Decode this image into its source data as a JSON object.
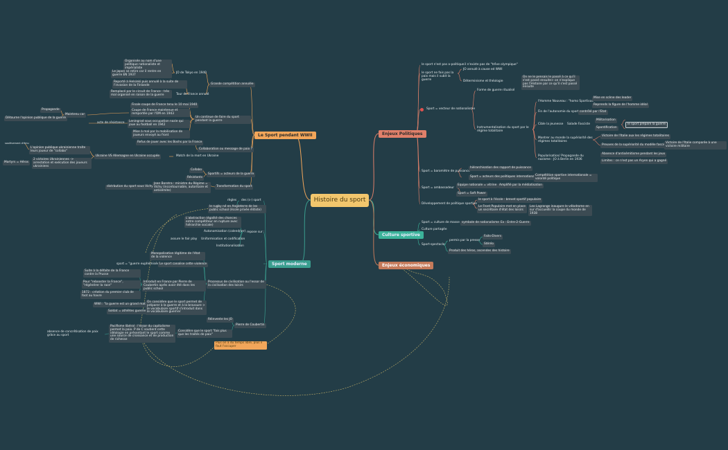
{
  "root": "Histoire du sport",
  "branches": {
    "wwii": {
      "label": "Le Sport pendant WWII",
      "color": "#f2a65a"
    },
    "politique": {
      "label": "Enjeux Politiques",
      "color": "#e0806a"
    },
    "culture": {
      "label": "Culture sportive",
      "color": "#3bb39a"
    },
    "economique": {
      "label": "Enjeux économiques",
      "color": "#c47a5a"
    },
    "moderne": {
      "label": "Sport moderne",
      "color": "#3a9e8f"
    }
  },
  "nodes": {
    "w1": "Organisée au nom d'une politique nationaliste et impérialiste",
    "w2": "Le japon se retire car il rentre en guerre EN 1937",
    "w3": "Reporté à Helsinki puis annulé à la suite de l'invasion de la Finlande",
    "w4": "Remplacé par le circuit de France : très mal organisé en raison de la guerre",
    "w5": "JO de Tokyo en 1940",
    "w6": "Tour de France annulé",
    "w7": "Grande compétition annulée",
    "w8": "Finale coupe de France tenu le 10 mai 1940",
    "w9": "Coupe de France maintenue et remportée par l'OM en 1943",
    "w10": "Leningrad sous occupation nazie qui joue au football en 1942",
    "w11": "Mise à mal par la mobilisation de joueurs envoyé au front",
    "w12": "Un continue de faire du sport pendant la guerre",
    "w13": "acte de résistance",
    "w14": "Propagande",
    "w15": "Maintenu car",
    "w16": "Détourne l'opinion publique de la guerre",
    "w17": "Refus de jouer avec les Boshs par la France",
    "w18": "Collaboration ou message de paix ?",
    "w19": "Ukraine VS Allemagne en Ukraine occupée",
    "w20": "Match de la mort en Ukraine",
    "w21": "soulèvement d'ému",
    "w22": "L'opinion publique ukrainienne traîte leurs joueur de \"collabo\"",
    "w23": "2 victoires Ukrainiennes -> arrestation et exécution des joueurs ukrainiens",
    "w24": "Martyrs = Héros",
    "w25": "Collabo",
    "w26": "Résistants",
    "w27": "Sportifs = acteurs de la guerre",
    "w28": "distrbution du sport sous Vichy",
    "w29": "Jean Borotra : ministre du Régime = Vichy (incontournable, autoritaire et antisémite)",
    "w30": "Transformation du sport",
    "p1": "le sport n'est pas a-politique",
    "p2": "il n'existe pas de \"trêve olympique\"",
    "p3": "le sport ne fais pas la paix mais il subit la guerre",
    "p4": "JO annulé à cause ed WWI",
    "p5": "Déterminisme et théologie",
    "p6": "On ne le pensais le passé à ce qu'il s'est passé ensuite> on n'explique pas l'Histoire par ce qu'il s'est passé ensuite",
    "p7": "Sport = vecteur de nationalisme",
    "p8": "Forme de guerre ritualisé",
    "p9": "Instrumentalisation du sport par le régime totalitaire",
    "p10": "l'Homme Nouveau : \"homo Sportivus\"",
    "p11": "Mise en scène des leader",
    "p12": "Reprends la figure de l'homme idéal",
    "p13": "Fin de l'autonomie du sport",
    "p14": "contrôlé par l'Etat",
    "p15": "Cible la jeunesse",
    "p16": "Salade Fasciste",
    "p17": "Militarisation",
    "p18": "Spontification",
    "p19": "le sport prépare la guerre",
    "p20": "Montrer au monde la supériorité des régimes totalitaires",
    "p21": "Victoire de l'Italie aux les régimes totalitaires",
    "p22": "Preuves de la supériorité du modèle fasciste",
    "p23": "Victoire de l'Italie comparée à une victoire militaire",
    "p24": "Popularisation/ Propagande du nazisme : JO à Berlin en 1936",
    "p25": "Absence d'antisémitisme pendant les jeux",
    "p26": "Limites : ce n'est pas un Aryen qui a gagné",
    "p27": "Sport = baromètre de puissance",
    "p28": "hiérarchisation des rapport de puissance",
    "p29": "Sport = acteurs des politiques internationales",
    "p30": "Compétition sportive internationale = volonté politique",
    "p31": "Sport = ambassadeur",
    "p32": "Equipe nationale = vitrine",
    "p33": "Amplifié par la médiatisation",
    "p34": "Sport = Soft Power",
    "p35": "Développement de politique sportive",
    "p36": "le sport à l'école : brevet sportif populaire",
    "p37": "Le Front Populaire met en place un secrétaire d'état des loisirs",
    "p38": "Leo Lagrange inaugure le vélodrome en sur d'accueillir la coupe du monde de 1938",
    "c1": "Sport = culture de masse",
    "c2": "symbole de nationalisme",
    "c3": "Ex : Entre-2-Guerre",
    "c4": "Culture partagée",
    "c5": "Sport-spectacle",
    "c6": "permis par la presse",
    "c7": "Faits-Divers",
    "c8": "Stéréo",
    "c9": "Produit des héros, ascendes des histoire",
    "m1": "règles",
    "m2": "des (s-) sport",
    "m3": "le rugby né en Angleterre de les public school (école privée élitiste)",
    "m4": "L'abstraction (égalité des chances entre compétiteur en rupture avec hiérarchie sociale)",
    "m5": "Autonomisation (calendrier)",
    "m6": "repose sur :",
    "m7": "assure le fair play",
    "m8": "Uniformisation et codification",
    "m9": "Institutionalisation",
    "m10": "Monopolisation légitime de l'état de la violence",
    "m11": "sport = \"guerre euphémisée\"",
    "m12": "Le sport canalise cette violence",
    "m13": "Suite à la défaite de la France contre la Prusse",
    "m14": "Pour \"rebooster la France\", \"régénérer la race\"",
    "m15": "1872 : création du premier club de foot au havre",
    "m16": "Introduit en France par Pierre de Coubertin après avoir été dans les public school",
    "m17": "Processus de civilisation ou l'essor de la civilisation des loisirs",
    "m18": "WWI : \"la guerre est un grand match\"",
    "m19": "Soldat = athlètes guerrier",
    "m20": "On considère que le sport permet de préparer à la guerre et à la bravoure > le vocabulaire sportif s'introduit dans le vocabulaire guerrier",
    "m21": "Réinvente les JO",
    "m22": "Pierre de Coubertin",
    "m23": "Pacifisme libéral : l'essor du capitalisme permet la paix. P de C soutient cette idéologie en présentant le sport comme une source de croissance et de production de richesse",
    "m24": "absence de concrétisation de paix grâce au sport",
    "m25": "Considère que le sport \"fais plus que les traités de paix\"",
    "m26": "Plus on a du temps libre, plus il faut l'occuper"
  }
}
